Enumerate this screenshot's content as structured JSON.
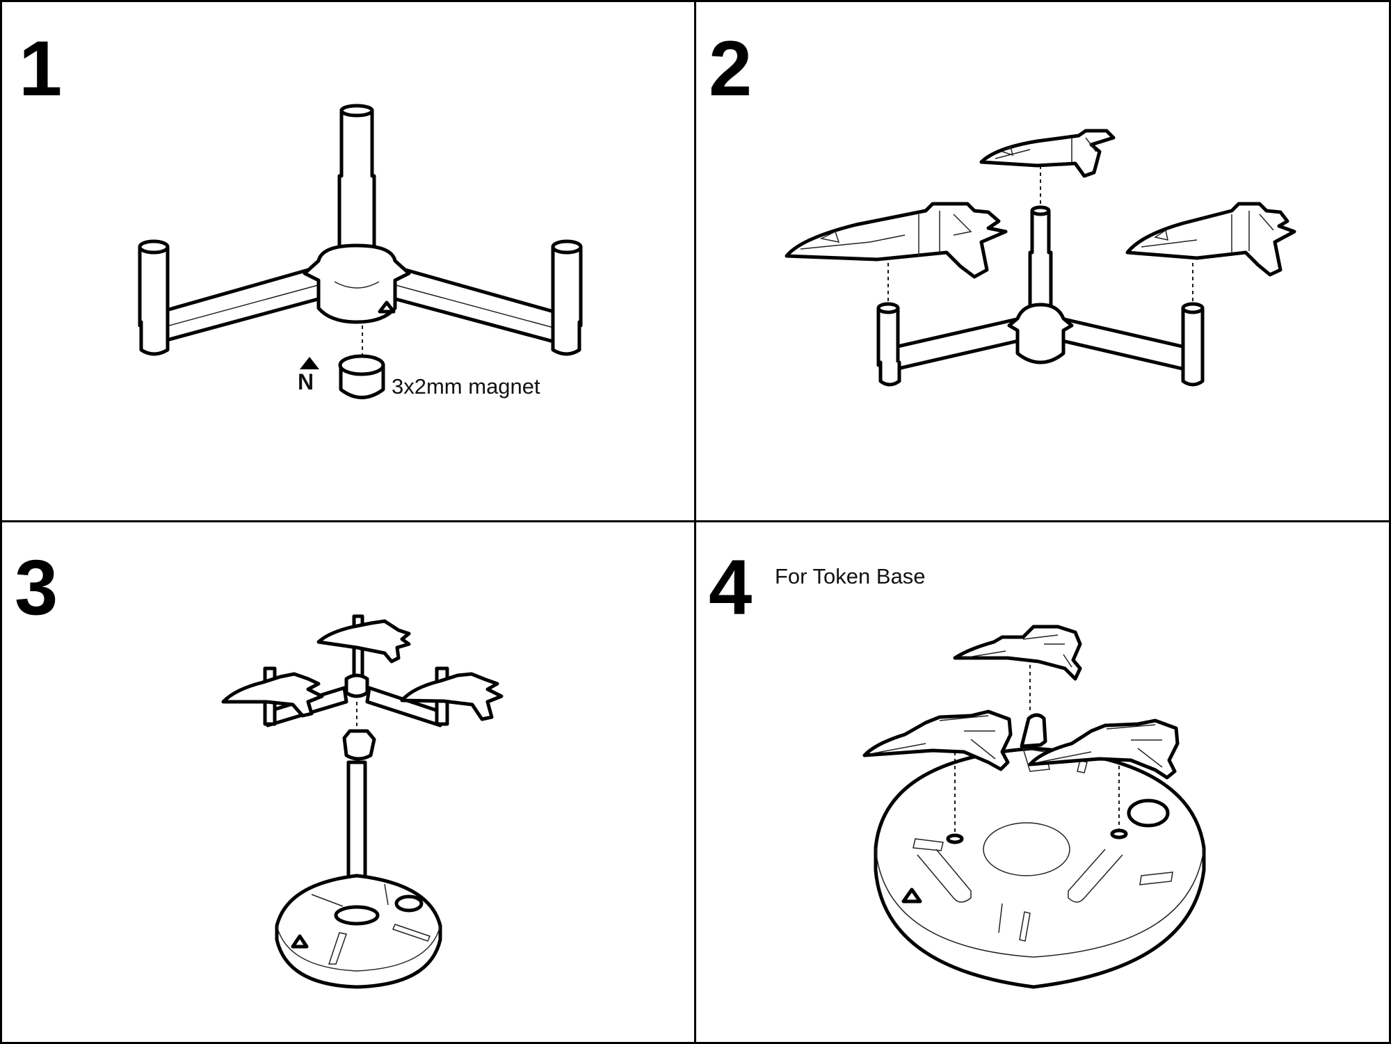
{
  "panels": [
    {
      "number": "1",
      "label": "3x2mm magnet",
      "pole_marker": "N"
    },
    {
      "number": "2"
    },
    {
      "number": "3"
    },
    {
      "number": "4",
      "label": "For Token Base"
    }
  ],
  "colors": {
    "line": "#000000",
    "background": "#ffffff"
  }
}
